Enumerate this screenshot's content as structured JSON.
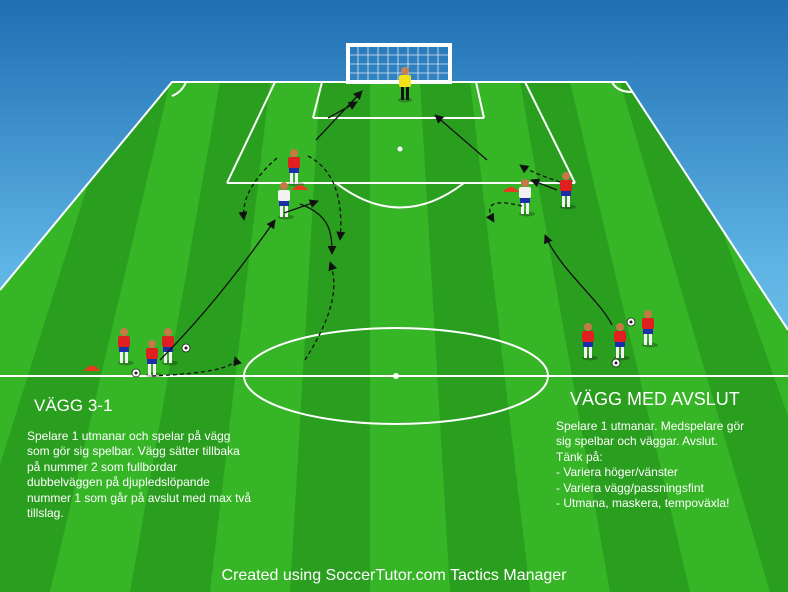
{
  "left_drill": {
    "title": "VÄGG 3-1",
    "description": "Spelare 1 utmanar och spelar på vägg som gör sig spelbar. Vägg sätter tillbaka på nummer 2 som fullbordar dubbelväggen på djupledslöpande nummer 1 som går på avslut med max två tillslag."
  },
  "right_drill": {
    "title": "VÄGG MED AVSLUT",
    "lines": [
      "Spelare 1 utmanar. Medspelare gör",
      "sig spelbar och väggar. Avslut.",
      "Tänk på:",
      "- Variera höger/vänster",
      "- Variera vägg/passningsfint",
      "- Utmana, maskera, tempoväxla!"
    ]
  },
  "footer": "Created using SoccerTutor.com Tactics Manager",
  "colors": {
    "background_top": "#1b73b8",
    "background_bottom": "#8ed3f0",
    "grass_light": "#3fbf2e",
    "grass_dark": "#28a01e",
    "lines": "#ffffff",
    "team_shirt": "#e02020",
    "team_shorts": "#1a2fa8",
    "wall_player": "#f2f2f2",
    "goalkeeper": "#f3e21a",
    "cone": "#e83a1e"
  }
}
